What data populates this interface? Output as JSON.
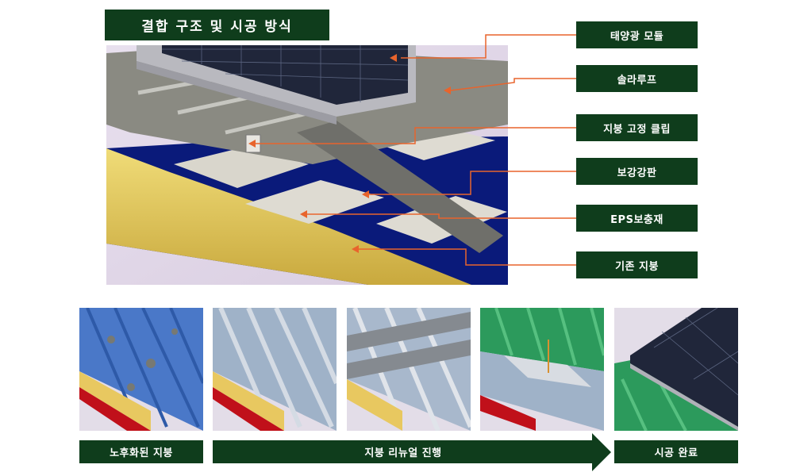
{
  "title": "결합 구조 및 시공 방식",
  "callouts": [
    {
      "id": "solar-module",
      "label": "태양광 모듈"
    },
    {
      "id": "solar-roof",
      "label": "솔라루프"
    },
    {
      "id": "roof-clip",
      "label": "지붕 고정 클립"
    },
    {
      "id": "reinforcing-plate",
      "label": "보강강판"
    },
    {
      "id": "eps-insulation",
      "label": "EPS보충재"
    },
    {
      "id": "existing-roof",
      "label": "기존 지붕"
    }
  ],
  "steps": {
    "start": "노후화된 지붕",
    "progress": "지붕 리뉴얼 진행",
    "end": "시공 완료"
  },
  "colors": {
    "label_bg": "#0f3d1c",
    "leader": "#e8642c",
    "roof_blue": "#0a1a7a",
    "insulation_yellow": "#e2c85a",
    "new_roof_green": "#2c9a5c"
  }
}
